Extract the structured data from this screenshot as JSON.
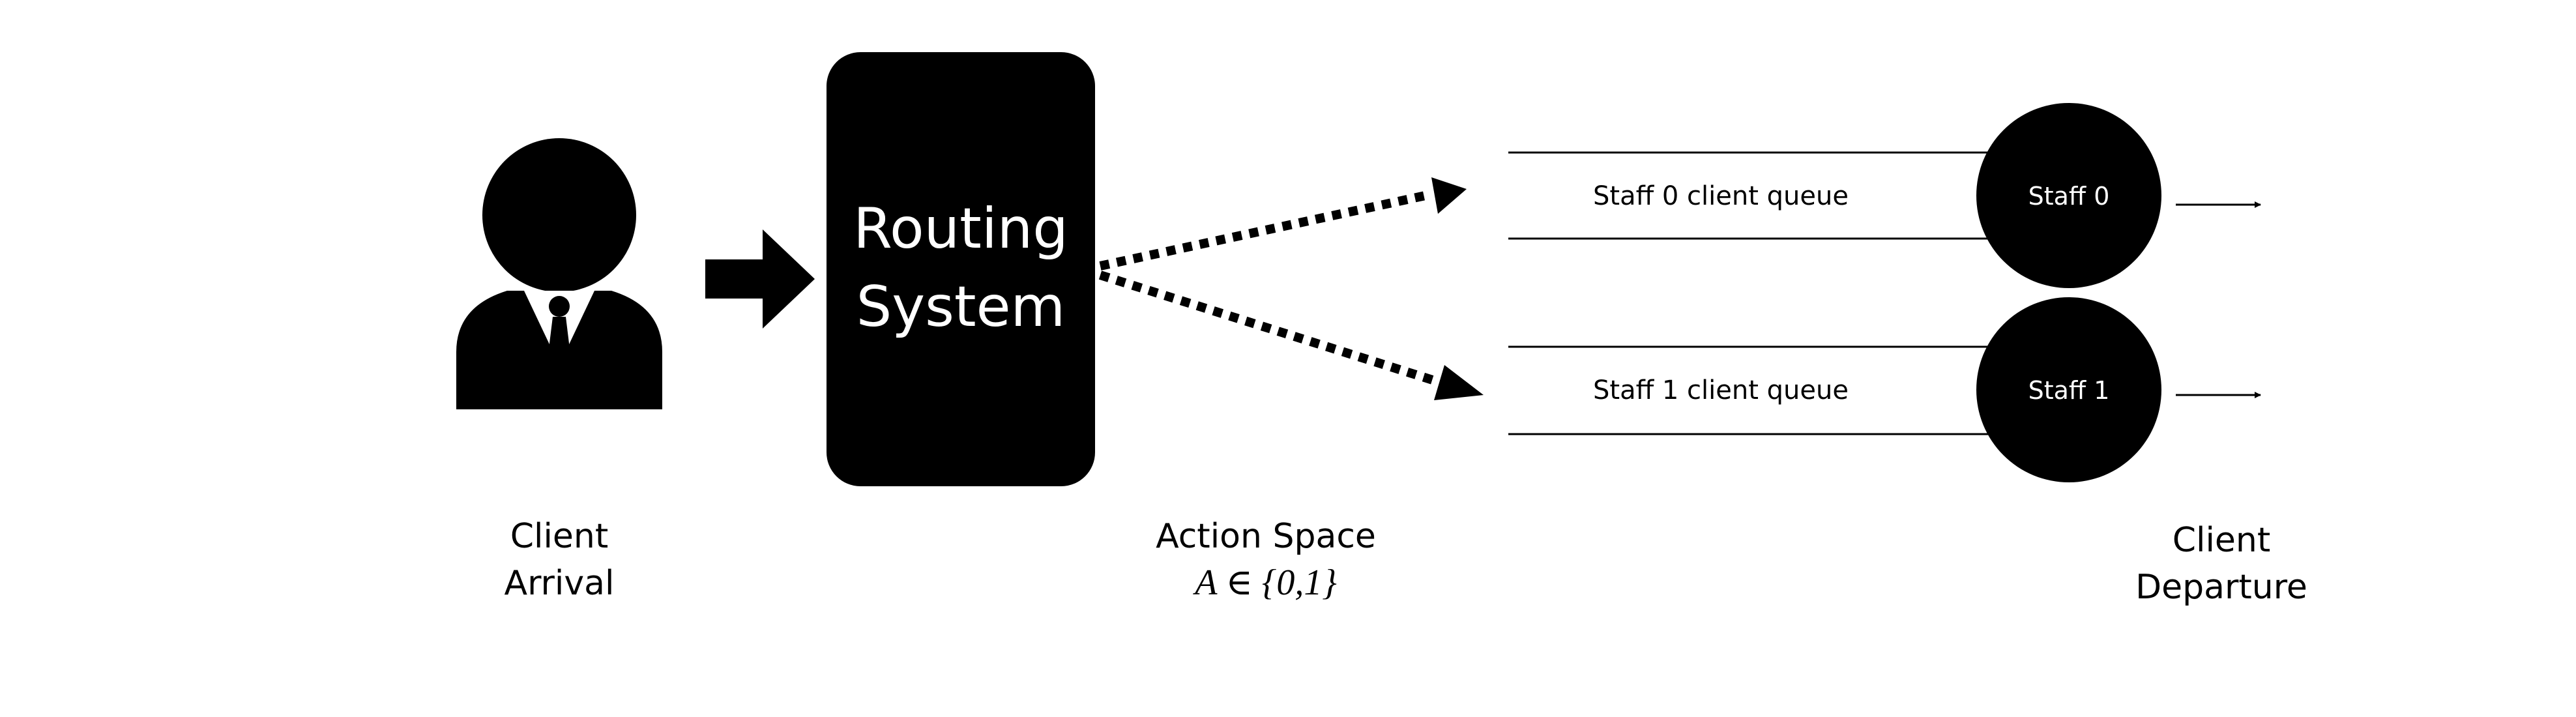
{
  "diagram": {
    "routing_system": {
      "line1": "Routing",
      "line2": "System"
    },
    "queues": [
      {
        "label": "Staff 0 client queue",
        "server_label": "Staff 0"
      },
      {
        "label": "Staff 1 client queue",
        "server_label": "Staff 1"
      }
    ],
    "labels": {
      "arrival_line1": "Client",
      "arrival_line2": "Arrival",
      "action_line1": "Action Space",
      "action_line2": "A ∈ {0,1}",
      "departure_line1": "Client",
      "departure_line2": "Departure"
    },
    "colors": {
      "ink": "#000000",
      "inverse_text": "#ffffff",
      "background": "#ffffff"
    }
  }
}
